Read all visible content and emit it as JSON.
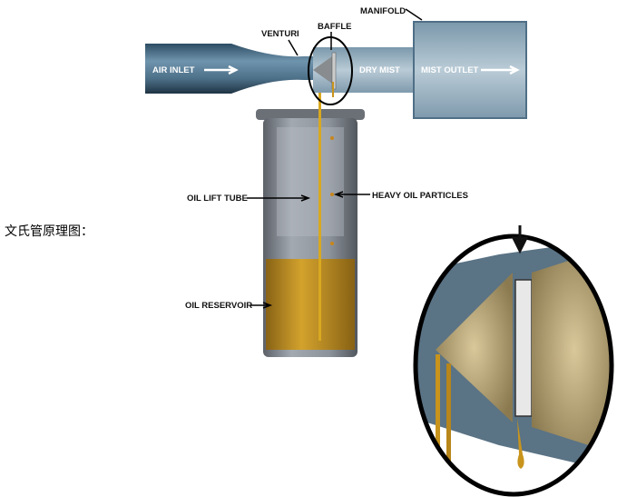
{
  "caption": "文氏管原理图：",
  "diagram": {
    "labels": {
      "manifold": "MANIFOLD",
      "venturi": "VENTURI",
      "baffle": "BAFFLE",
      "air_inlet": "AIR INLET",
      "dry_mist": "DRY MIST",
      "mist_outlet": "MIST OUTLET",
      "oil_lift_tube": "OIL LIFT TUBE",
      "heavy_oil_particles": "HEAVY OIL PARTICLES",
      "oil_reservoir": "OIL RESERVOIR"
    },
    "colors": {
      "pipe": "#4f7690",
      "mist": "#a9bfcc",
      "oil": "#c8941c",
      "glass": "#8a9098"
    }
  }
}
